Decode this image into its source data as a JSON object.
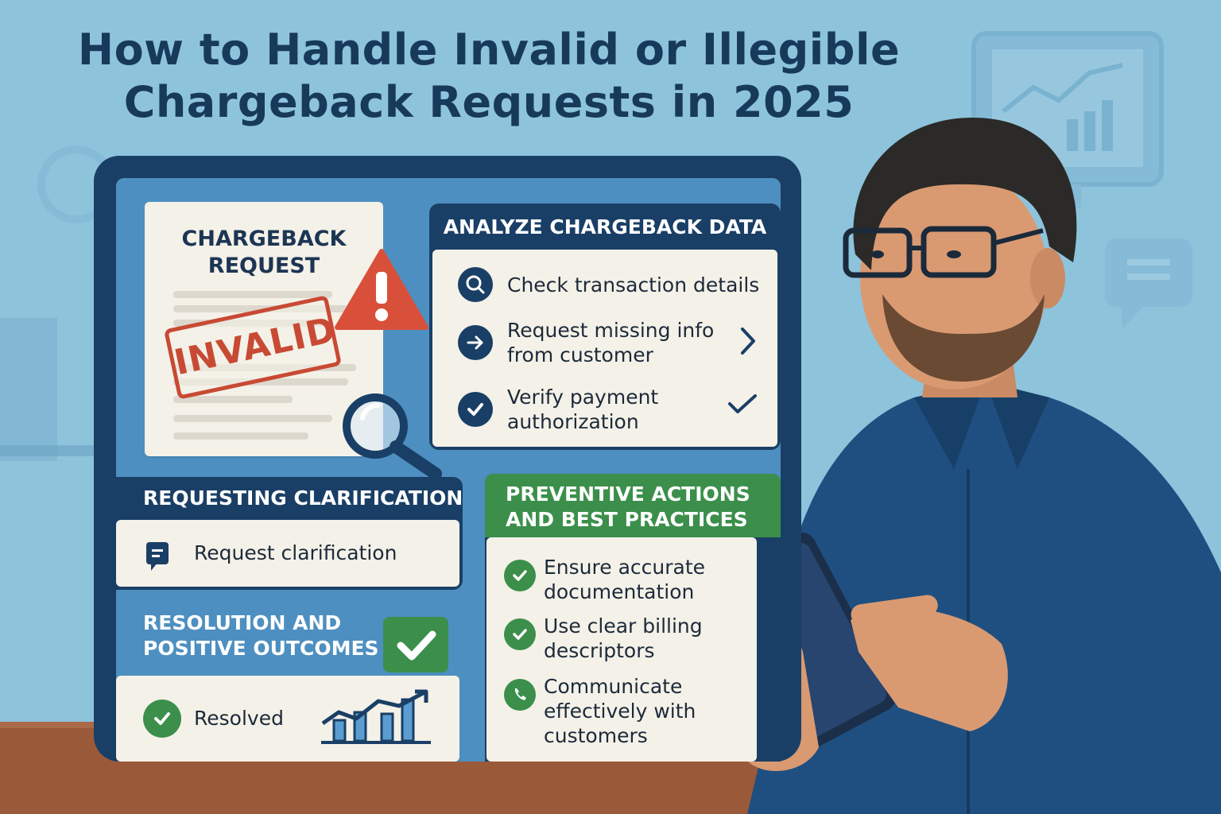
{
  "title": {
    "line1": "How to Handle Invalid or Illegible",
    "line2": "Chargeback Requests in 2025"
  },
  "chargeback_card": {
    "heading_line1": "CHARGEBACK",
    "heading_line2": "REQUEST",
    "stamp": "INVALID",
    "warning_icon": "warning-triangle-icon",
    "magnifier_icon": "magnifying-glass-icon"
  },
  "analyze": {
    "heading": "ANALYZE CHARGEBACK DATA",
    "items": [
      {
        "icon": "search-icon",
        "line1": "Check transaction details",
        "line2": ""
      },
      {
        "icon": "arrow-right-icon",
        "line1": "Request missing info",
        "line2": "from customer"
      },
      {
        "icon": "check-icon",
        "line1": "Verify payment",
        "line2": "authorization"
      }
    ]
  },
  "clarification": {
    "heading": "REQUESTING CLARIFICATION",
    "item": "Request clarification",
    "icon": "chat-icon"
  },
  "resolution": {
    "heading_line1": "RESOLUTION AND",
    "heading_line2": "POSITIVE OUTCOMES",
    "item": "Resolved",
    "icon": "check-circle-icon",
    "chart_icon": "bar-chart-trend-icon"
  },
  "preventive": {
    "heading_line1": "PREVENTIVE ACTIONS",
    "heading_line2": "AND BEST PRACTICES",
    "items": [
      {
        "icon": "check-circle-icon",
        "line1": "Ensure accurate",
        "line2": "documentation",
        "line3": ""
      },
      {
        "icon": "check-circle-icon",
        "line1": "Use clear billing",
        "line2": "descriptors",
        "line3": ""
      },
      {
        "icon": "phone-icon",
        "line1": "Communicate",
        "line2": "effectively with",
        "line3": "customers"
      }
    ]
  },
  "colors": {
    "background": "#8ec3dc",
    "navy": "#1a3f66",
    "green": "#3b8f4b",
    "red": "#c84a34",
    "card": "#f4f1e8"
  }
}
